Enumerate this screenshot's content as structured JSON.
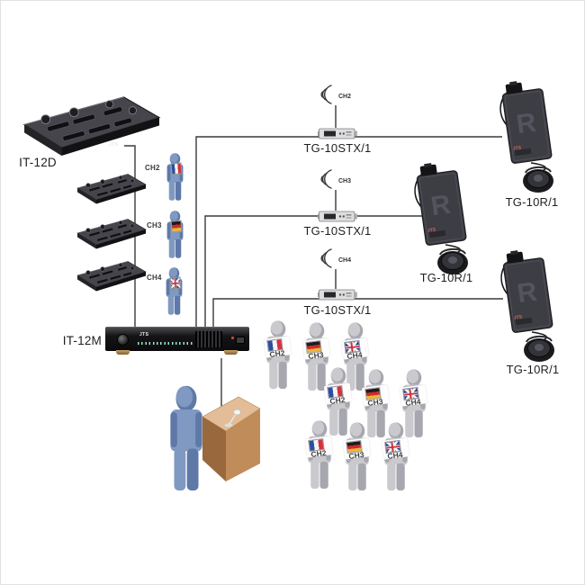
{
  "brand": "JTS",
  "receiver_watermark": "R",
  "colors": {
    "line": "#3a3a3c",
    "device_dark": "#2b2b2f",
    "person_blue": "#7e97c0",
    "person_gray": "#c2c2c7",
    "podium_wood": "#c08c59",
    "flag_blue": "#2a4fa2",
    "flag_red": "#d6323e",
    "german_gold": "#e8b63a"
  },
  "it12d": {
    "label": "IT-12D"
  },
  "it12m": {
    "label": "IT-12M"
  },
  "interpreters": [
    {
      "channel": "CH2",
      "flag": "france"
    },
    {
      "channel": "CH3",
      "flag": "germany"
    },
    {
      "channel": "CH4",
      "flag": "uk"
    }
  ],
  "transmitters": [
    {
      "label": "TG-10STX/1",
      "channel": "CH2"
    },
    {
      "label": "TG-10STX/1",
      "channel": "CH3"
    },
    {
      "label": "TG-10STX/1",
      "channel": "CH4"
    }
  ],
  "receivers": [
    {
      "label": "TG-10R/1"
    },
    {
      "label": "TG-10R/1"
    },
    {
      "label": "TG-10R/1"
    }
  ],
  "audience_rows": [
    {
      "people": [
        {
          "channel": "CH2",
          "flag": "france"
        },
        {
          "channel": "CH3",
          "flag": "germany"
        },
        {
          "channel": "CH4",
          "flag": "uk"
        }
      ]
    },
    {
      "people": [
        {
          "channel": "CH2",
          "flag": "france"
        },
        {
          "channel": "CH3",
          "flag": "germany"
        },
        {
          "channel": "CH4",
          "flag": "uk"
        }
      ]
    },
    {
      "people": [
        {
          "channel": "CH2",
          "flag": "france"
        },
        {
          "channel": "CH3",
          "flag": "germany"
        },
        {
          "channel": "CH4",
          "flag": "uk"
        }
      ]
    }
  ]
}
